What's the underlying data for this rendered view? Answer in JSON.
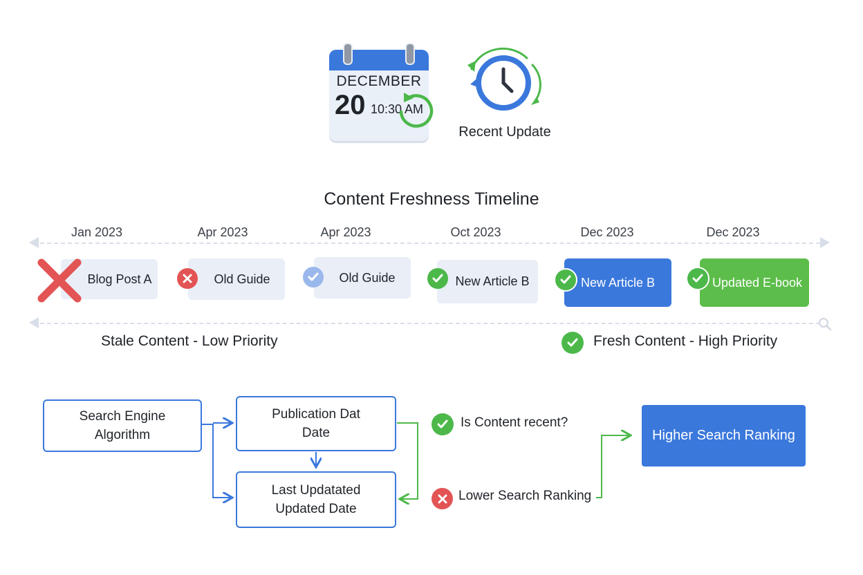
{
  "header": {
    "calendar": {
      "month": "DECEMBER",
      "day": "20",
      "time": "10:30 AM",
      "icon": "calendar-icon"
    },
    "clock": {
      "icon": "clock-refresh-icon",
      "label": "Recent Update"
    }
  },
  "timeline": {
    "title": "Content Freshness Timeline",
    "dates": [
      "Jan 2023",
      "Apr 2023",
      "Apr 2023",
      "Oct 2023",
      "Dec 2023",
      "Dec 2023"
    ],
    "items": [
      {
        "label": "Blog Post A",
        "status": "stale",
        "icon": "big-x-icon"
      },
      {
        "label": "Old Guide",
        "status": "stale",
        "icon": "x-circle-icon"
      },
      {
        "label": "Old Guide",
        "status": "neutral",
        "icon": "check-circle-light-icon"
      },
      {
        "label": "New Article B",
        "status": "fresh",
        "icon": "check-circle-icon"
      },
      {
        "label": "New Article B",
        "status": "fresh-highlight",
        "icon": "check-circle-icon"
      },
      {
        "label": "Updated E-book",
        "status": "fresh-highlight",
        "icon": "check-circle-icon"
      }
    ],
    "stale_label": "Stale Content - Low Priority",
    "fresh_label": "Fresh Content - High Priority"
  },
  "flow": {
    "algorithm": "Search Engine\nAlgorithm",
    "pub_date": "Publication Dat\nDate",
    "last_updated": "Last Updatated\nUpdated Date",
    "question": "Is Content recent?",
    "lower": "Lower Search Ranking",
    "higher": "Higher Search Ranking"
  },
  "colors": {
    "blue": "#3a78dc",
    "green": "#5cbd4a",
    "red": "#e35454",
    "card": "#e9eef7"
  }
}
